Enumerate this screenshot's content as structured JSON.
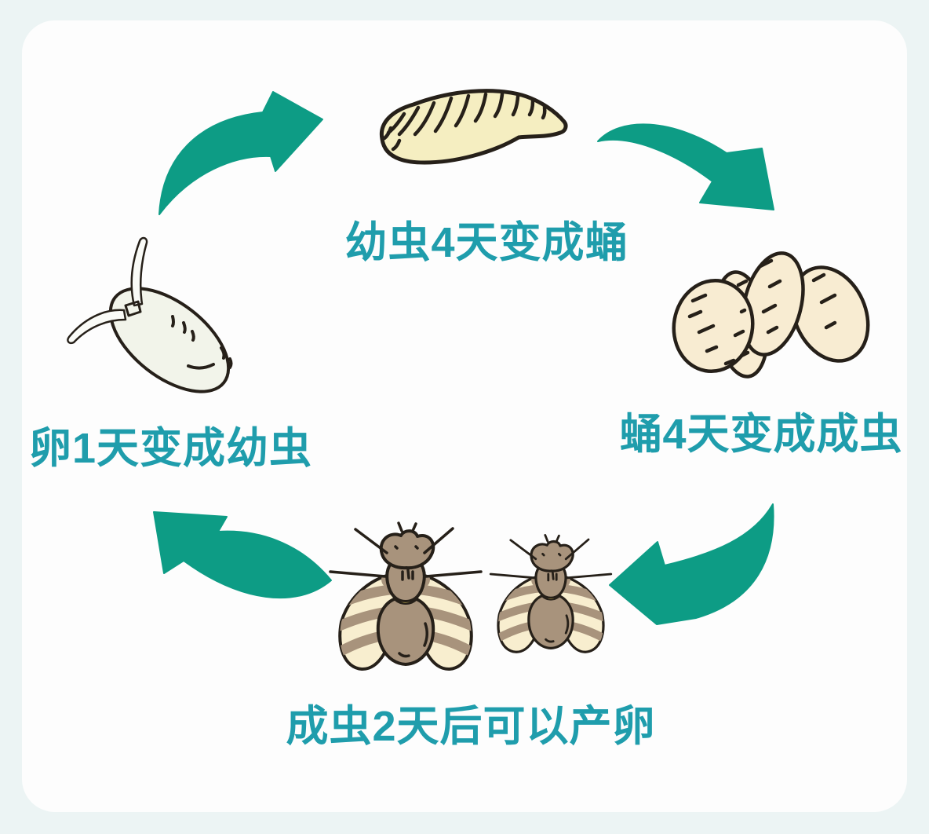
{
  "diagram": {
    "subject": "insect-life-cycle",
    "stages": [
      {
        "name": "egg",
        "label": "卵1天变成幼虫",
        "illustration": "fruit-fly-egg"
      },
      {
        "name": "larva",
        "label": "幼虫4天变成蛹",
        "illustration": "larva"
      },
      {
        "name": "pupa",
        "label": "蛹4天变成成虫",
        "illustration": "four-pupae"
      },
      {
        "name": "adult",
        "label": "成虫2天后可以产卵",
        "illustration": "two-adult-flies"
      }
    ],
    "arrows": [
      {
        "name": "egg-to-larva",
        "position": "top-left",
        "direction": "up-right"
      },
      {
        "name": "larva-to-pupa",
        "position": "top-right",
        "direction": "down-right"
      },
      {
        "name": "pupa-to-adult",
        "position": "bottom-right",
        "direction": "down-left"
      },
      {
        "name": "adult-to-egg",
        "position": "bottom-left",
        "direction": "up-left"
      }
    ]
  },
  "colors": {
    "background": "#ecf4f4",
    "card": "#fdfdfd",
    "arrow": "#0d9c85",
    "label_text": "#1f9dac",
    "outline": "#262019",
    "larva_fill": "#f5eec1",
    "pupa_fill": "#f8ecd2",
    "egg_fill": "#f2f4ea",
    "fly_body": "#a8937c",
    "wing_fill": "#f8eecf",
    "wing_stripe": "#a8937c",
    "crescent": "#e9cf5e"
  }
}
